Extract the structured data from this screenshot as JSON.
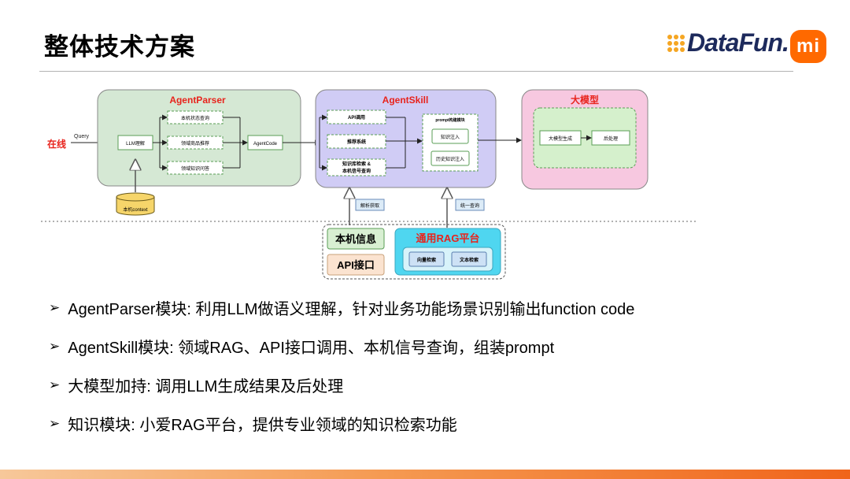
{
  "header": {
    "title": "整体技术方案",
    "logo_text": "DataFun.",
    "mi_logo": "mi"
  },
  "diagram": {
    "online_label": "在线",
    "query_label": "Query",
    "agent_parser": {
      "title": "AgentParser",
      "llm_box": "LLM理解",
      "items": [
        "本机状态查询",
        "领域商品推荐",
        "领域知识问答"
      ],
      "agent_code": "AgentCode",
      "context": "本机context"
    },
    "agent_skill": {
      "title": "AgentSkill",
      "items": [
        "API调用",
        "推荐系统",
        "知识库检索 &",
        "本机信号查询"
      ],
      "prompt_title": "prompt构建模块",
      "prompt_items": [
        "知识注入",
        "历史知识注入"
      ]
    },
    "big_model": {
      "title": "大模型",
      "gen": "大模型生成",
      "post": "后处理"
    },
    "tags": {
      "parse": "解析获取",
      "unified": "统一查询"
    },
    "infra": {
      "local_info": "本机信息",
      "api": "API接口",
      "rag_title": "通用RAG平台",
      "vector": "向量检索",
      "text": "文本检索"
    }
  },
  "bullets": [
    "AgentParser模块: 利用LLM做语义理解，针对业务功能场景识别输出function code",
    "AgentSkill模块: 领域RAG、API接口调用、本机信号查询，组装prompt",
    "大模型加持: 调用LLM生成结果及后处理",
    "知识模块: 小爱RAG平台，提供专业领域的知识检索功能"
  ],
  "colors": {
    "parser_bg": "#d5e8d4",
    "skill_bg": "#d0ccf5",
    "model_bg": "#f7c8e0",
    "title_red": "#e8231c",
    "rag_bg": "#4fd6f0"
  }
}
